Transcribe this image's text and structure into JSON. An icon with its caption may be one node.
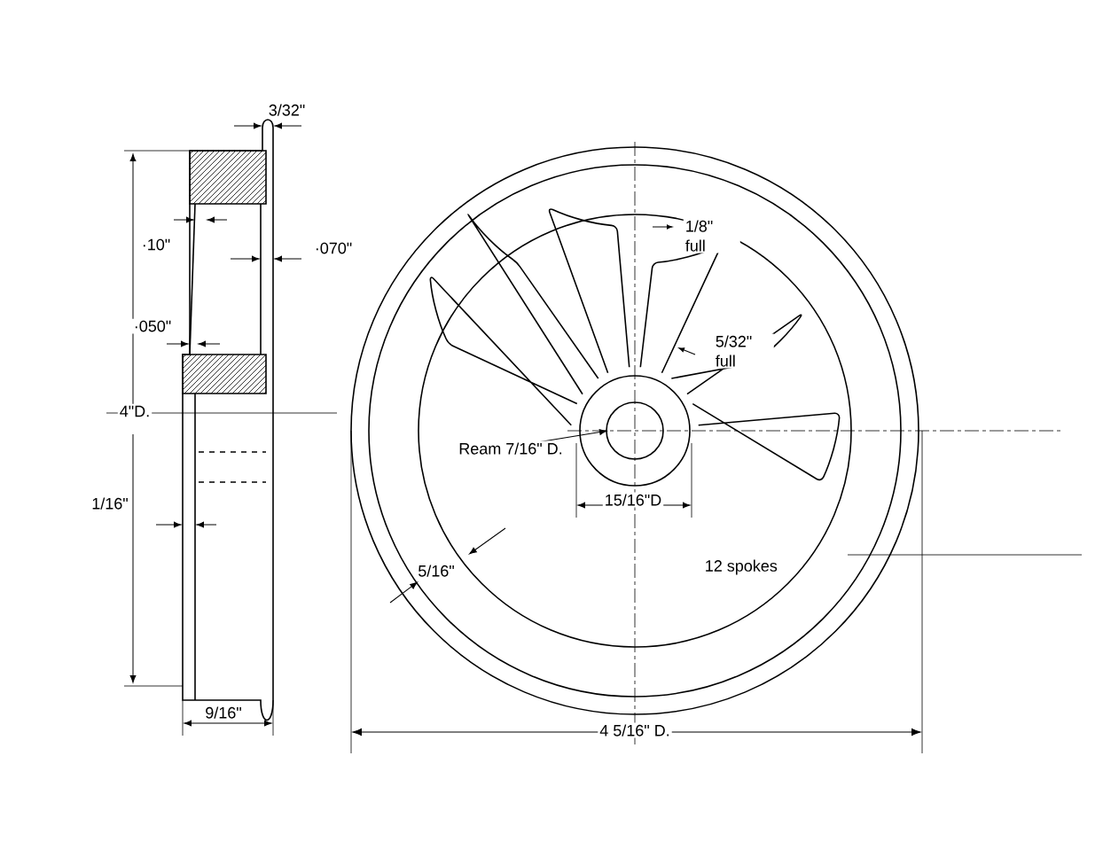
{
  "diagram": {
    "labels": [
      "3/32\"",
      "·10\"",
      "·070\"",
      "·050\"",
      "4\"D.",
      "1/16\"",
      "9/16\"",
      "1/8\" full",
      "5/32\" full",
      "Ream 7/16\" D.",
      "15/16\"D",
      "12 spokes",
      "5/16\"",
      "4 5/16\" D."
    ]
  }
}
